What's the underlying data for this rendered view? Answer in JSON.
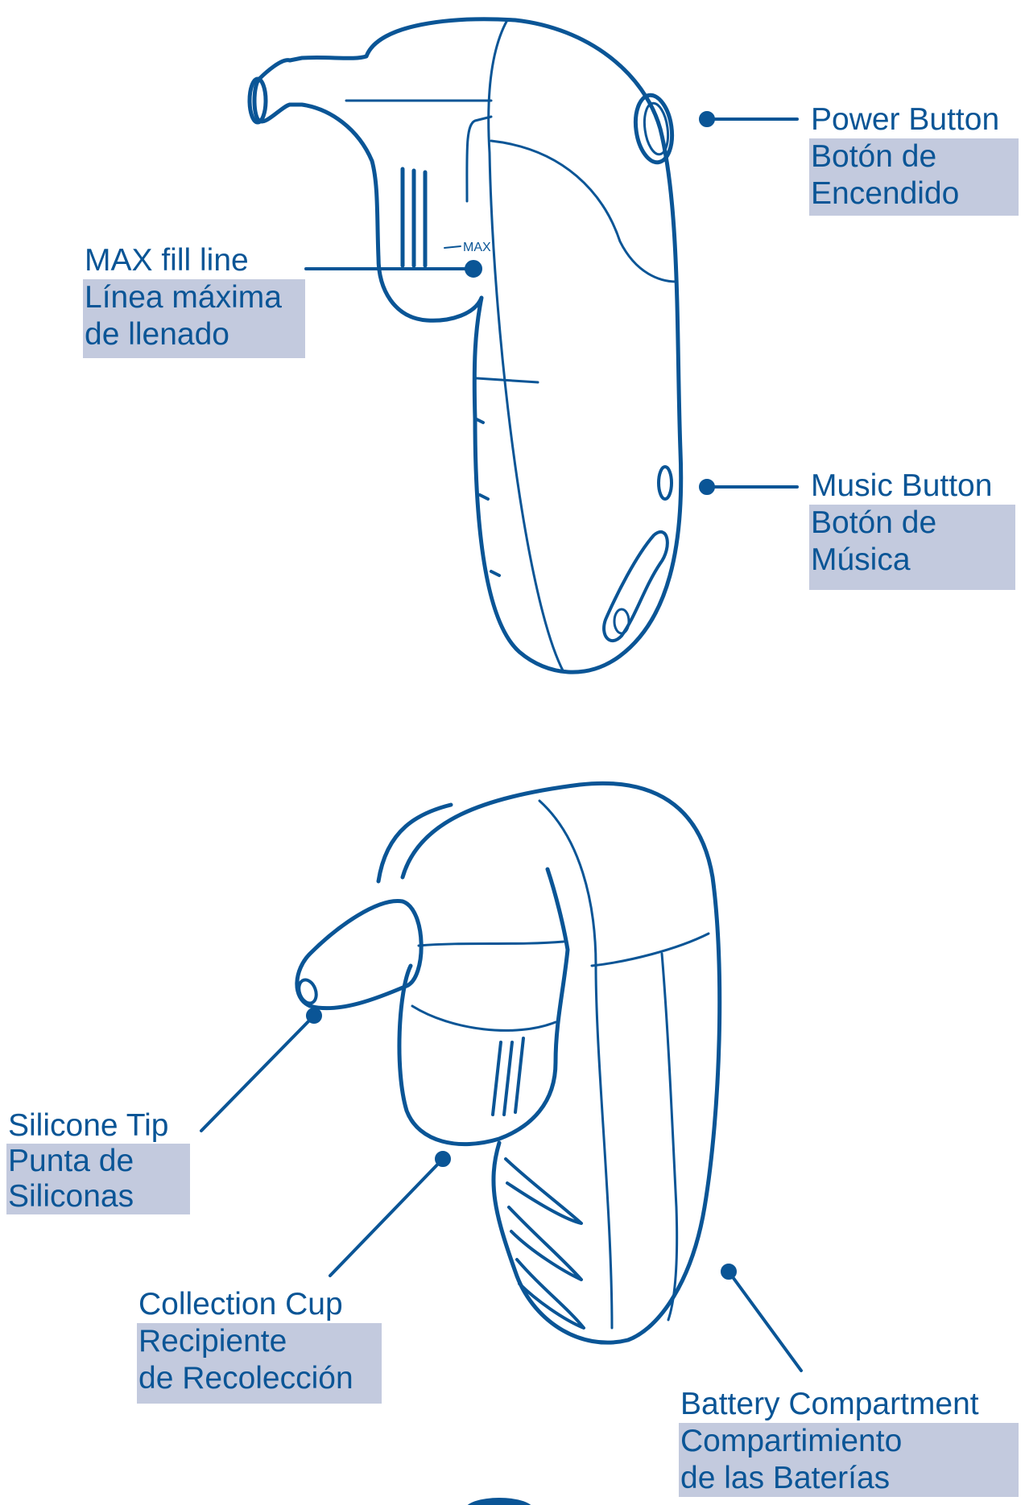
{
  "colors": {
    "ink": "#0a5596",
    "highlight": "#c3cade",
    "background": "#ffffff"
  },
  "device_marks": {
    "max_text": "MAX"
  },
  "callouts": {
    "power_button": {
      "en": "Power Button",
      "es_line1": "Botón de",
      "es_line2": "Encendido"
    },
    "max_fill_line": {
      "en": "MAX fill line",
      "es_line1": "Línea máxima",
      "es_line2": "de llenado"
    },
    "music_button": {
      "en": "Music Button",
      "es_line1": "Botón de",
      "es_line2": "Música"
    },
    "silicone_tip": {
      "en": "Silicone Tip",
      "es_line1": "Punta de",
      "es_line2": "Siliconas"
    },
    "collection_cup": {
      "en": "Collection Cup",
      "es_line1": "Recipiente",
      "es_line2": "de Recolección"
    },
    "battery_compartment": {
      "en": "Battery Compartment",
      "es_line1": "Compartimiento",
      "es_line2": "de las Baterías"
    }
  }
}
